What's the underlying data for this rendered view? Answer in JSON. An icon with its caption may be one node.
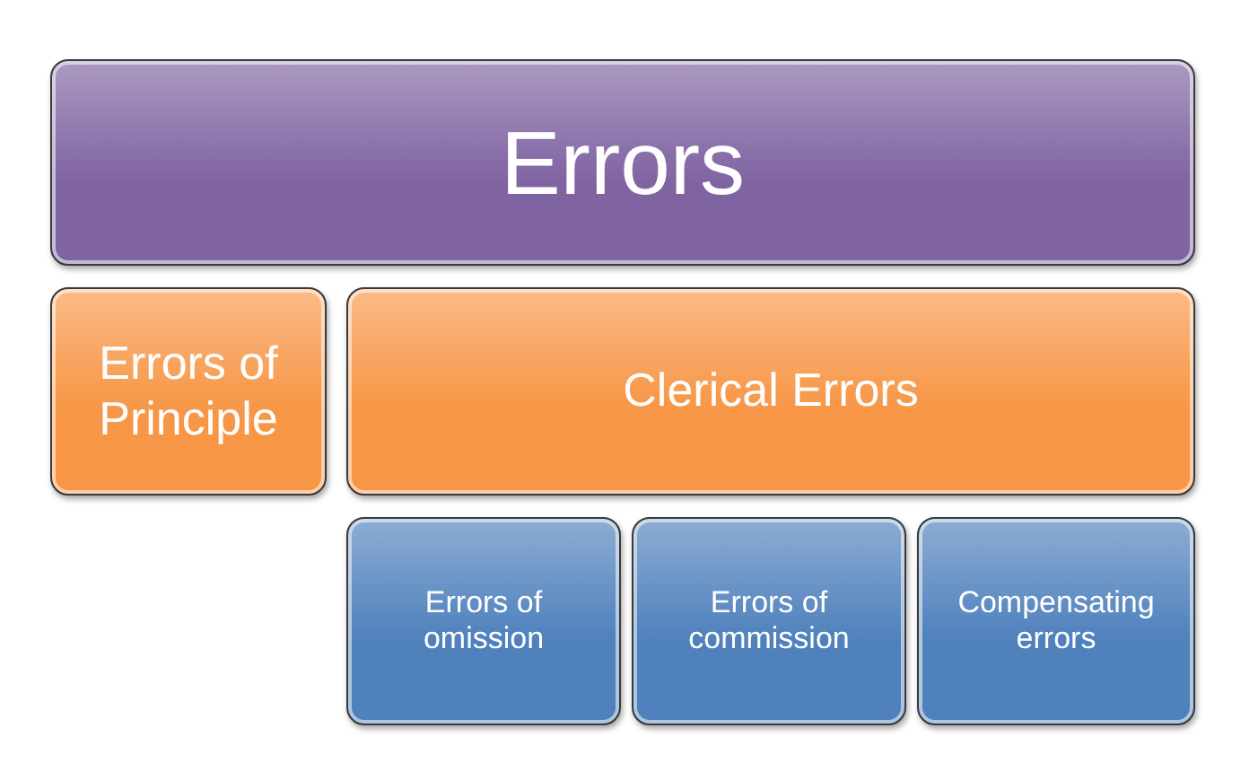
{
  "diagram": {
    "nodes": [
      {
        "text": [
          "Errors"
        ]
      },
      {
        "text": [
          "Errors of Principle"
        ]
      },
      {
        "text": [
          "Clerical Errors"
        ]
      },
      {
        "text": [
          "Errors of omission"
        ]
      },
      {
        "text": [
          "Errors of commission"
        ]
      },
      {
        "text": [
          "Compensating errors"
        ]
      }
    ]
  }
}
